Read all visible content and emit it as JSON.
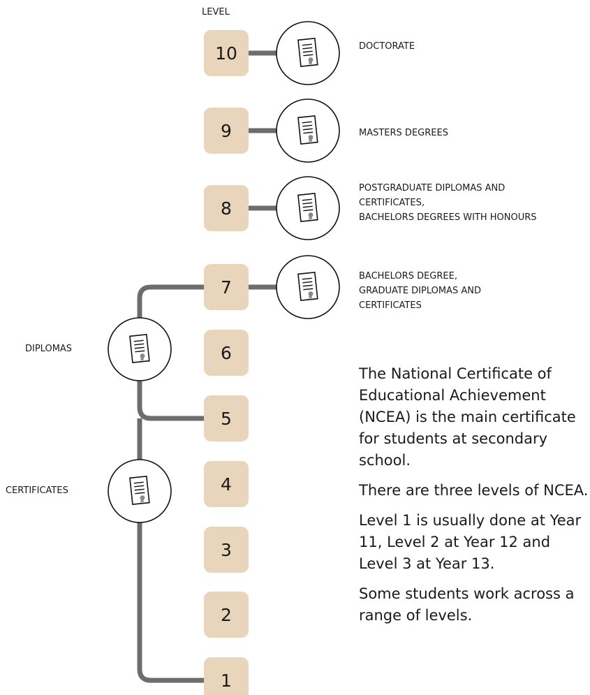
{
  "header": {
    "level_label": "LEVEL"
  },
  "levels": [
    "10",
    "9",
    "8",
    "7",
    "6",
    "5",
    "4",
    "3",
    "2",
    "1"
  ],
  "qualifications": [
    {
      "level": "10",
      "text": "DOCTORATE"
    },
    {
      "level": "9",
      "text": "MASTERS DEGREES"
    },
    {
      "level": "8",
      "text": "POSTGRADUATE DIPLOMAS AND\nCERTIFICATES,\nBACHELORS DEGREES WITH HONOURS"
    },
    {
      "level": "7",
      "text": "BACHELORS DEGREE,\nGRADUATE DIPLOMAS AND\nCERTIFICATES"
    }
  ],
  "side_labels": {
    "diplomas": "DIPLOMAS",
    "certificates": "CERTIFICATES"
  },
  "ncea_text": [
    "The National Certificate of Educational Achievement (NCEA) is the main certificate for students at secondary school.",
    "There are three levels of NCEA.",
    "Level 1 is usually done at Year 11, Level 2 at Year 12 and Level 3 at Year 13.",
    "Some students work across a range of levels."
  ],
  "colors": {
    "box_fill": "#e8d5bb",
    "connector": "#6d6d6d",
    "text": "#1a1a1a",
    "circle_stroke": "#111111"
  }
}
